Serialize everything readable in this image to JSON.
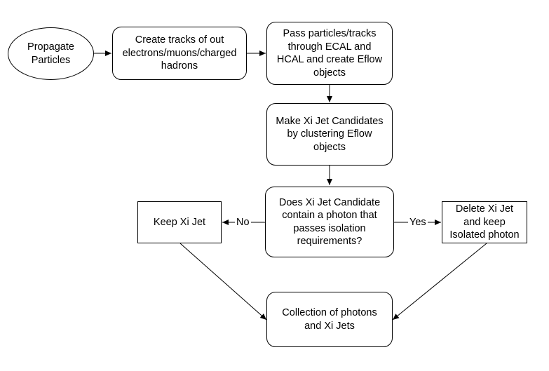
{
  "nodes": {
    "propagate": "Propagate\nParticles",
    "create_tracks": "Create tracks of out\nelectrons/muons/charged\nhadrons",
    "pass_particles": "Pass particles/tracks\nthrough ECAL and\nHCAL and create Eflow\nobjects",
    "make_candidates": "Make Xi Jet Candidates\nby clustering Eflow\nobjects",
    "decision": "Does Xi Jet Candidate\ncontain a photon that\npasses isolation\nrequirements?",
    "keep_jet": "Keep Xi Jet",
    "delete_jet": "Delete Xi Jet\nand keep\nIsolated photon",
    "collection": "Collection of photons\nand Xi Jets"
  },
  "edge_labels": {
    "no": "No",
    "yes": "Yes"
  }
}
